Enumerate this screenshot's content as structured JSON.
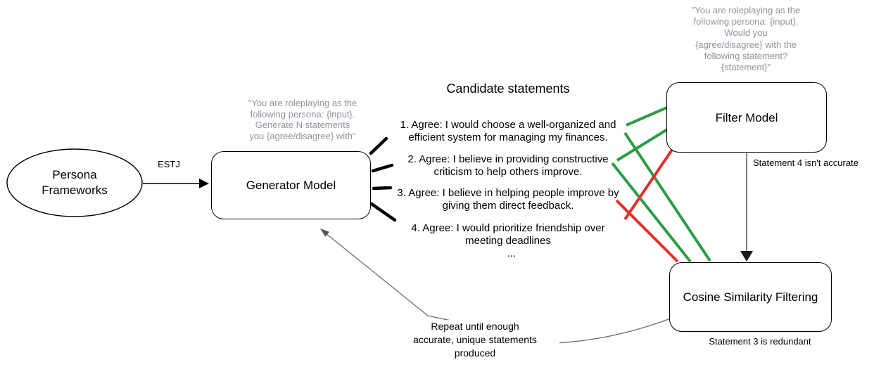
{
  "colors": {
    "accept_green": "#2d9c44",
    "reject_red": "#e0312d",
    "prompt_gray": "#8d949c",
    "repeat_line_gray": "#6e6e6e",
    "black": "#000000"
  },
  "nodes": {
    "persona": {
      "label": "Persona\nFrameworks"
    },
    "generator": {
      "label": "Generator Model",
      "prompt": "\"You are roleplaying as the\nfollowing persona: {input}.\nGenerate N statements\nyou {agree/disagree} with\""
    },
    "filter": {
      "label": "Filter Model",
      "prompt": "\"You are roleplaying as the\nfollowing persona: {input}.\nWould you\n{agree/disagree} with the\nfollowing statement?\n{statement}\""
    },
    "cosine": {
      "label": "Cosine Similarity Filtering"
    }
  },
  "edges": {
    "estj_label": "ESTJ",
    "filter_note": "Statement 4 isn't accurate",
    "cosine_note": "Statement 3 is redundant",
    "repeat_label": "Repeat until enough\naccurate, unique statements\nproduced"
  },
  "statements": {
    "title": "Candidate statements",
    "items": [
      {
        "text": "1. Agree: I would choose a well-organized and\nefficient system for managing my finances."
      },
      {
        "text": "2. Agree: I believe in providing constructive\ncriticism to help others improve."
      },
      {
        "text": "3. Agree: I believe in helping people improve by\ngiving them direct feedback."
      },
      {
        "text": "4. Agree: I would prioritize friendship over\nmeeting deadlines"
      }
    ],
    "ellipsis": "..."
  }
}
